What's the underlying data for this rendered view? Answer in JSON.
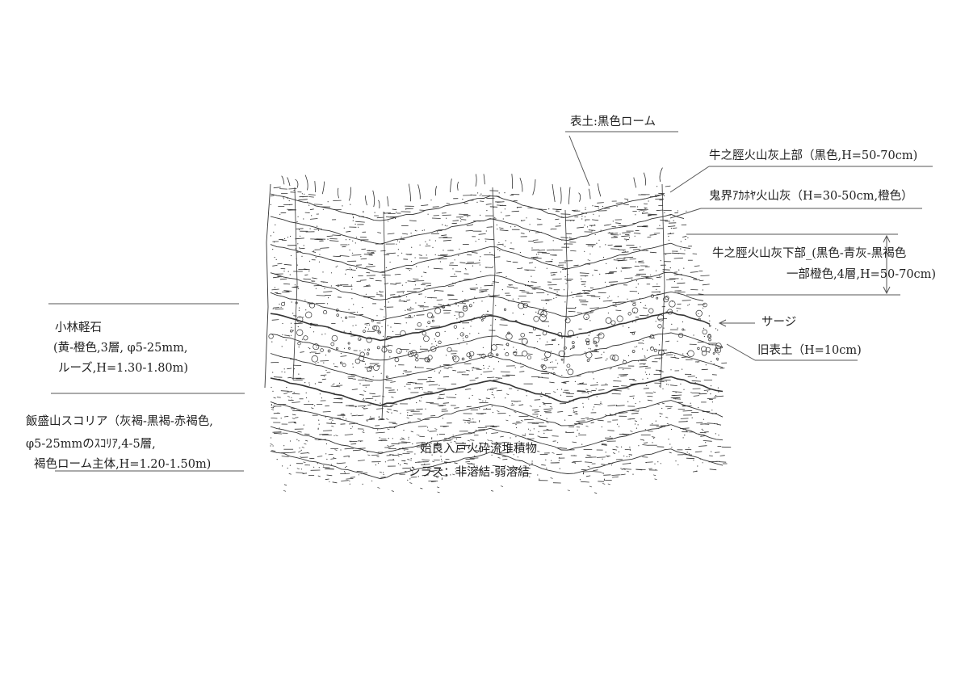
{
  "labels": {
    "topsoil": "表土:黒色ローム",
    "ushinosune_upper": "牛之脛火山灰上部（黒色,H=50-70cm)",
    "kikai_akahoya": "鬼界ｱｶﾎﾔ火山灰（H=30-50cm,橙色）",
    "ushinosune_lower_1": "牛之脛火山灰下部_(黒色-青灰-黒褐色",
    "ushinosune_lower_2": "一部橙色,4層,H=50-70cm)",
    "surge": "サージ",
    "old_topsoil": "旧表土（H=10cm)",
    "kobayashi_1": "小林軽石",
    "kobayashi_2": "(黄-橙色,3層, φ5-25mm,",
    "kobayashi_3": "ルーズ,H=1.30-1.80m)",
    "iimoriyama_1": "飯盛山スコリア（灰褐-黒褐-赤褐色,",
    "iimoriyama_2": "φ5-25mmのｽｺﾘｱ,4-5層,",
    "iimoriyama_3": "褐色ローム主体,H=1.20-1.50m)",
    "ito_1": "始良入戸火砕流堆積物",
    "ito_2": "シラス：非溶結-弱溶結"
  },
  "colors": {
    "ink": "#333333",
    "paper": "#ffffff"
  }
}
